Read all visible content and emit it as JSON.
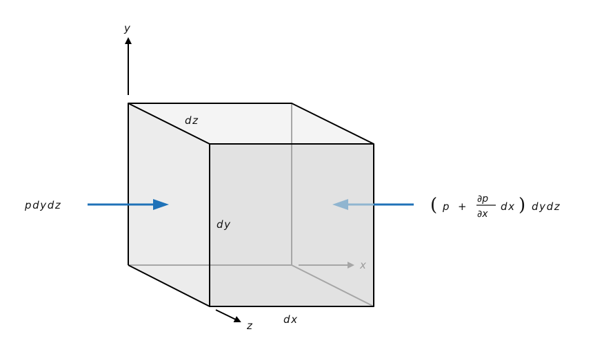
{
  "labels": {
    "y_axis": "y",
    "x_axis": "x",
    "z_axis": "z",
    "dz": "dz",
    "dy": "dy",
    "dx": "dx",
    "left_force": "pdydz",
    "right_force": {
      "open_paren": "(",
      "p": "p",
      "plus": "+",
      "numerator": "∂p",
      "denominator": "∂x",
      "dx": "dx",
      "close_paren": ")",
      "dydz": "dydz"
    }
  },
  "colors": {
    "edge": "#000000",
    "hidden_edge": "#a6a6a6",
    "face_front": "#e2e2e2",
    "face_left": "#ececec",
    "face_top": "#f4f4f4",
    "arrow_left": "#1f72b8",
    "arrow_right_light": "#90b5d0",
    "arrow_right_dark": "#1f72b8"
  }
}
